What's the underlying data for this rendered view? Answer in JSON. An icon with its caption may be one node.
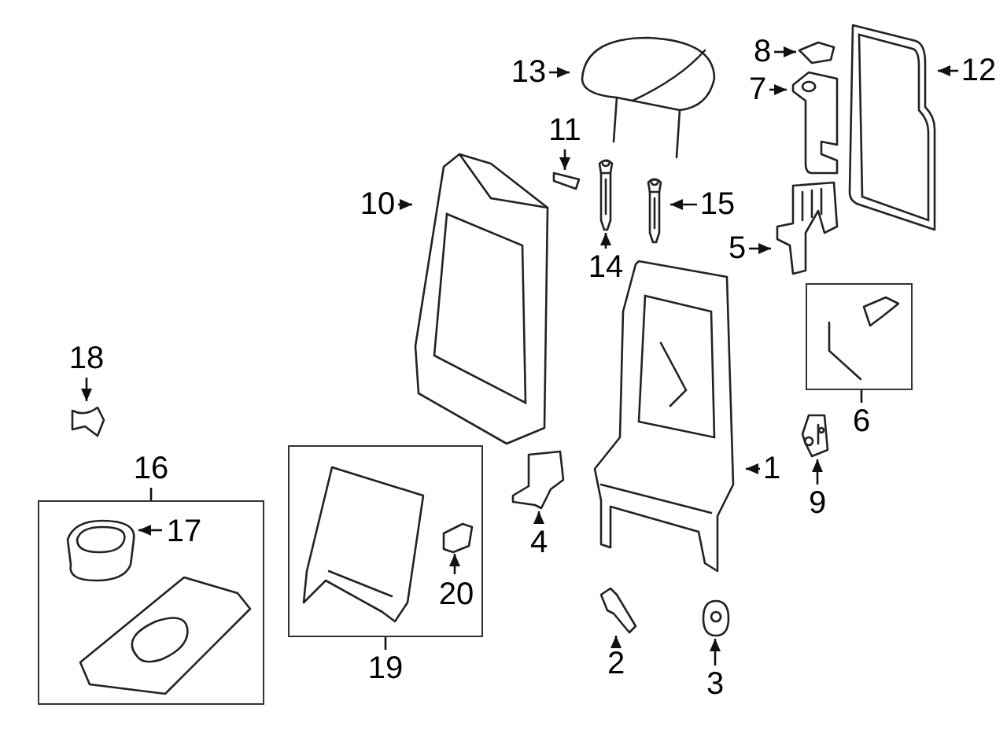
{
  "diagram": {
    "nodes": [
      {
        "text": [
          "13"
        ]
      },
      {
        "text": [],
        "shape": "picture"
      },
      {
        "text": [
          "8"
        ]
      },
      {
        "text": [],
        "shape": "picture"
      },
      {
        "text": [
          "12"
        ]
      },
      {
        "text": [],
        "shape": "picture"
      },
      {
        "text": [
          "7"
        ]
      },
      {
        "text": [],
        "shape": "picture"
      },
      {
        "text": [
          "11"
        ]
      },
      {
        "text": [],
        "shape": "picture"
      },
      {
        "text": [
          "10"
        ]
      },
      {
        "text": [],
        "shape": "picture"
      },
      {
        "text": [
          "14"
        ]
      },
      {
        "text": [],
        "shape": "picture"
      },
      {
        "text": [
          "15"
        ]
      },
      {
        "text": [],
        "shape": "picture"
      },
      {
        "text": [
          "5"
        ]
      },
      {
        "text": [],
        "shape": "picture"
      },
      {
        "text": [],
        "shape": "box"
      },
      {
        "text": [],
        "shape": "picture",
        "in": 18
      },
      {
        "text": [
          "6"
        ]
      },
      {
        "text": [
          "18"
        ]
      },
      {
        "text": [],
        "shape": "picture"
      },
      {
        "text": [],
        "shape": "picture"
      },
      {
        "text": [
          "1"
        ]
      },
      {
        "text": [
          "16"
        ]
      },
      {
        "text": [],
        "shape": "box"
      },
      {
        "text": [],
        "shape": "picture",
        "in": 26
      },
      {
        "text": [
          "17"
        ],
        "in": 26
      },
      {
        "text": [],
        "shape": "picture",
        "in": 26
      },
      {
        "text": [],
        "shape": "box"
      },
      {
        "text": [],
        "shape": "picture",
        "in": 30
      },
      {
        "text": [],
        "shape": "picture",
        "in": 30
      },
      {
        "text": [
          "20"
        ],
        "in": 30
      },
      {
        "text": [
          "19"
        ]
      },
      {
        "text": [
          "4"
        ]
      },
      {
        "text": [],
        "shape": "picture"
      },
      {
        "text": [
          "9"
        ]
      },
      {
        "text": [],
        "shape": "picture"
      },
      {
        "text": [
          "2"
        ]
      },
      {
        "text": [],
        "shape": "picture"
      },
      {
        "text": [
          "3"
        ]
      },
      {
        "text": [],
        "shape": "picture"
      }
    ],
    "edges": [
      {
        "from": 0,
        "to": 1,
        "arrow": "to"
      },
      {
        "from": 2,
        "to": 3,
        "arrow": "to"
      },
      {
        "from": 4,
        "to": 5,
        "arrow": "to"
      },
      {
        "from": 6,
        "to": 7,
        "arrow": "to"
      },
      {
        "from": 8,
        "to": 9,
        "arrow": "to"
      },
      {
        "from": 10,
        "to": 11,
        "arrow": "to"
      },
      {
        "from": 12,
        "to": 13,
        "arrow": "to"
      },
      {
        "from": 14,
        "to": 15,
        "arrow": "to"
      },
      {
        "from": 16,
        "to": 17,
        "arrow": "to"
      },
      {
        "from": 20,
        "to": 18,
        "arrow": "none"
      },
      {
        "from": 21,
        "to": 22,
        "arrow": "to"
      },
      {
        "from": 24,
        "to": 23,
        "arrow": "to"
      },
      {
        "from": 25,
        "to": 26,
        "arrow": "none"
      },
      {
        "from": 28,
        "to": 27,
        "arrow": "to"
      },
      {
        "from": 33,
        "to": 32,
        "arrow": "to"
      },
      {
        "from": 34,
        "to": 30,
        "arrow": "none"
      },
      {
        "from": 35,
        "to": 36,
        "arrow": "to"
      },
      {
        "from": 37,
        "to": 38,
        "arrow": "to"
      },
      {
        "from": 39,
        "to": 40,
        "arrow": "to"
      },
      {
        "from": 41,
        "to": 42,
        "arrow": "to"
      }
    ]
  }
}
